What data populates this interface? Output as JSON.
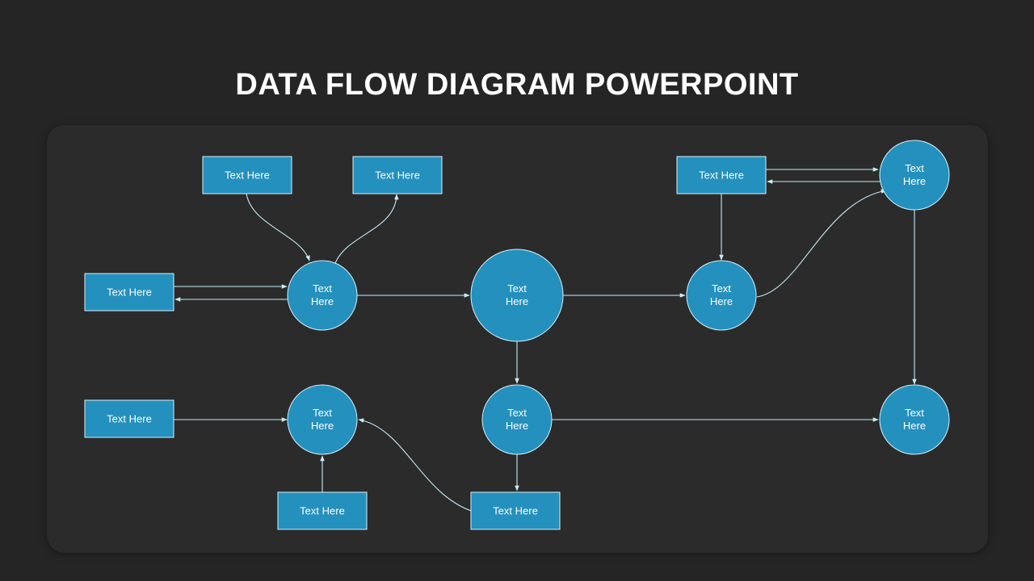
{
  "slide": {
    "title": "DATA FLOW DIAGRAM POWERPOINT"
  },
  "colors": {
    "background": "#252525",
    "panel": "#2b2b2b",
    "shape_fill": "#2490bd",
    "shape_stroke": "#d7f1fa",
    "connector": "#c7ecf7",
    "text": "#ffffff"
  },
  "diagram": {
    "boxes": [
      {
        "id": "box-top-left",
        "label": "Text Here"
      },
      {
        "id": "box-top-center",
        "label": "Text Here"
      },
      {
        "id": "box-left-middle",
        "label": "Text Here"
      },
      {
        "id": "box-left-lower",
        "label": "Text Here"
      },
      {
        "id": "box-bottom-left",
        "label": "Text Here"
      },
      {
        "id": "box-bottom-center",
        "label": "Text Here"
      },
      {
        "id": "box-top-right",
        "label": "Text Here"
      }
    ],
    "circles": [
      {
        "id": "circle-left-upper",
        "label": [
          "Text",
          "Here"
        ]
      },
      {
        "id": "circle-center-large",
        "label": [
          "Text",
          "Here"
        ]
      },
      {
        "id": "circle-right-middle",
        "label": [
          "Text",
          "Here"
        ]
      },
      {
        "id": "circle-top-right",
        "label": [
          "Text",
          "Here"
        ]
      },
      {
        "id": "circle-center-lower",
        "label": [
          "Text",
          "Here"
        ]
      },
      {
        "id": "circle-left-lower",
        "label": [
          "Text",
          "Here"
        ]
      },
      {
        "id": "circle-bottom-right",
        "label": [
          "Text",
          "Here"
        ]
      }
    ],
    "flows": [
      {
        "from": "box-top-left",
        "to": "circle-left-upper"
      },
      {
        "from": "circle-left-upper",
        "to": "box-top-center"
      },
      {
        "from": "box-left-middle",
        "to": "circle-left-upper"
      },
      {
        "from": "circle-left-upper",
        "to": "box-left-middle"
      },
      {
        "from": "circle-left-upper",
        "to": "circle-center-large"
      },
      {
        "from": "circle-center-large",
        "to": "circle-right-middle"
      },
      {
        "from": "circle-center-large",
        "to": "circle-center-lower"
      },
      {
        "from": "circle-center-lower",
        "to": "circle-bottom-right"
      },
      {
        "from": "circle-center-lower",
        "to": "box-bottom-center"
      },
      {
        "from": "box-bottom-center",
        "to": "circle-left-lower"
      },
      {
        "from": "box-left-lower",
        "to": "circle-left-lower"
      },
      {
        "from": "box-bottom-left",
        "to": "circle-left-lower"
      },
      {
        "from": "box-top-right",
        "to": "circle-top-right"
      },
      {
        "from": "circle-top-right",
        "to": "box-top-right"
      },
      {
        "from": "box-top-right",
        "to": "circle-right-middle"
      },
      {
        "from": "circle-right-middle",
        "to": "circle-top-right"
      },
      {
        "from": "circle-top-right",
        "to": "circle-bottom-right"
      }
    ]
  }
}
